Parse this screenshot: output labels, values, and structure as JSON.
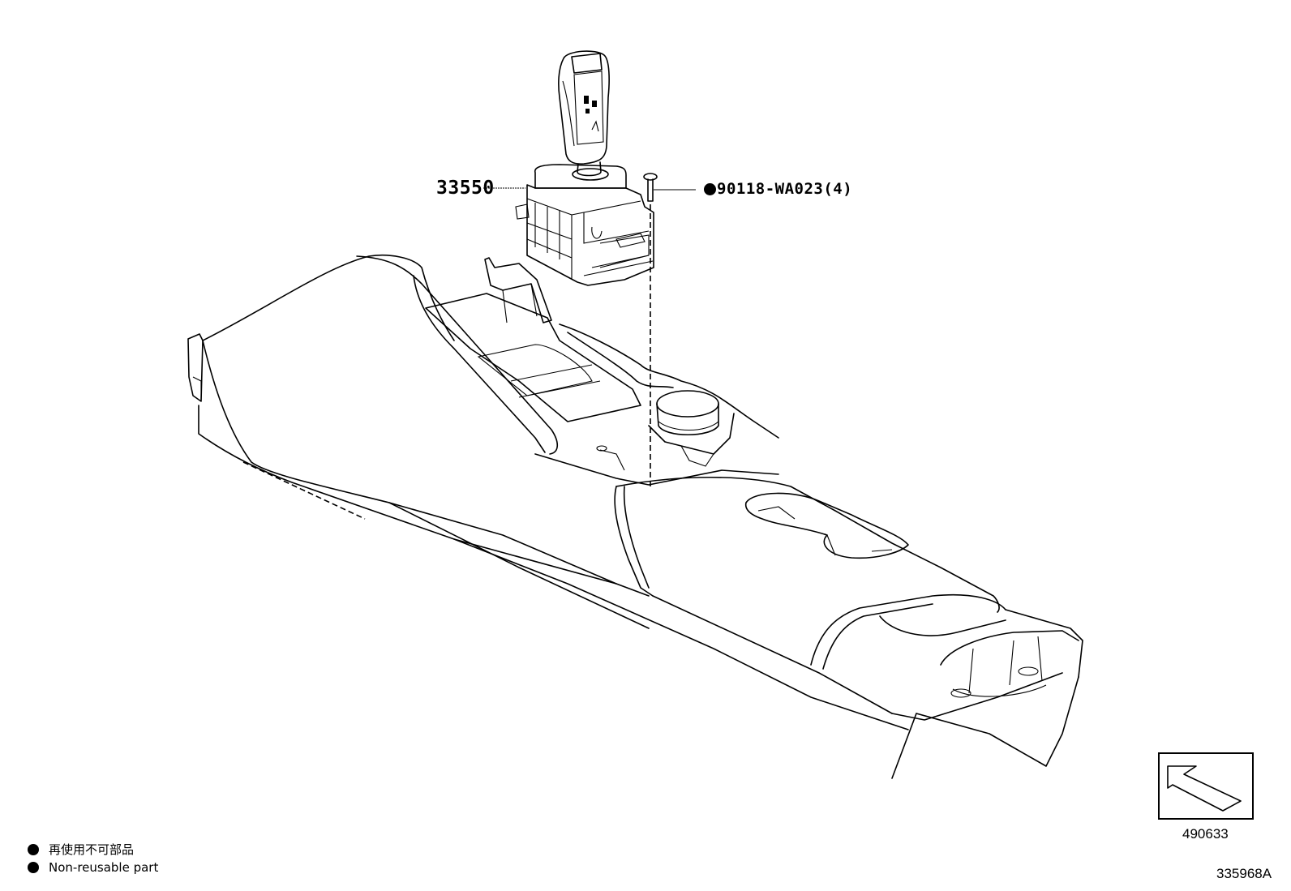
{
  "diagram": {
    "type": "exploded-parts-diagram",
    "subject": "Shift lever assembly and center console",
    "parts": [
      {
        "part_number": "33550",
        "label": "33550",
        "non_reusable": false,
        "quantity": null
      },
      {
        "part_number": "90118-WA023",
        "label": "90118-WA023(4)",
        "non_reusable": true,
        "quantity": 4
      }
    ],
    "legend": [
      {
        "symbol": "●",
        "text": "再使用不可部品"
      },
      {
        "symbol": "●",
        "text": "Non-reusable part"
      }
    ],
    "view_indicator": {
      "code": "490633",
      "arrow_direction": "up-left"
    },
    "illustration_code": "335968A",
    "colors": {
      "line": "#000000",
      "background": "#ffffff"
    }
  }
}
